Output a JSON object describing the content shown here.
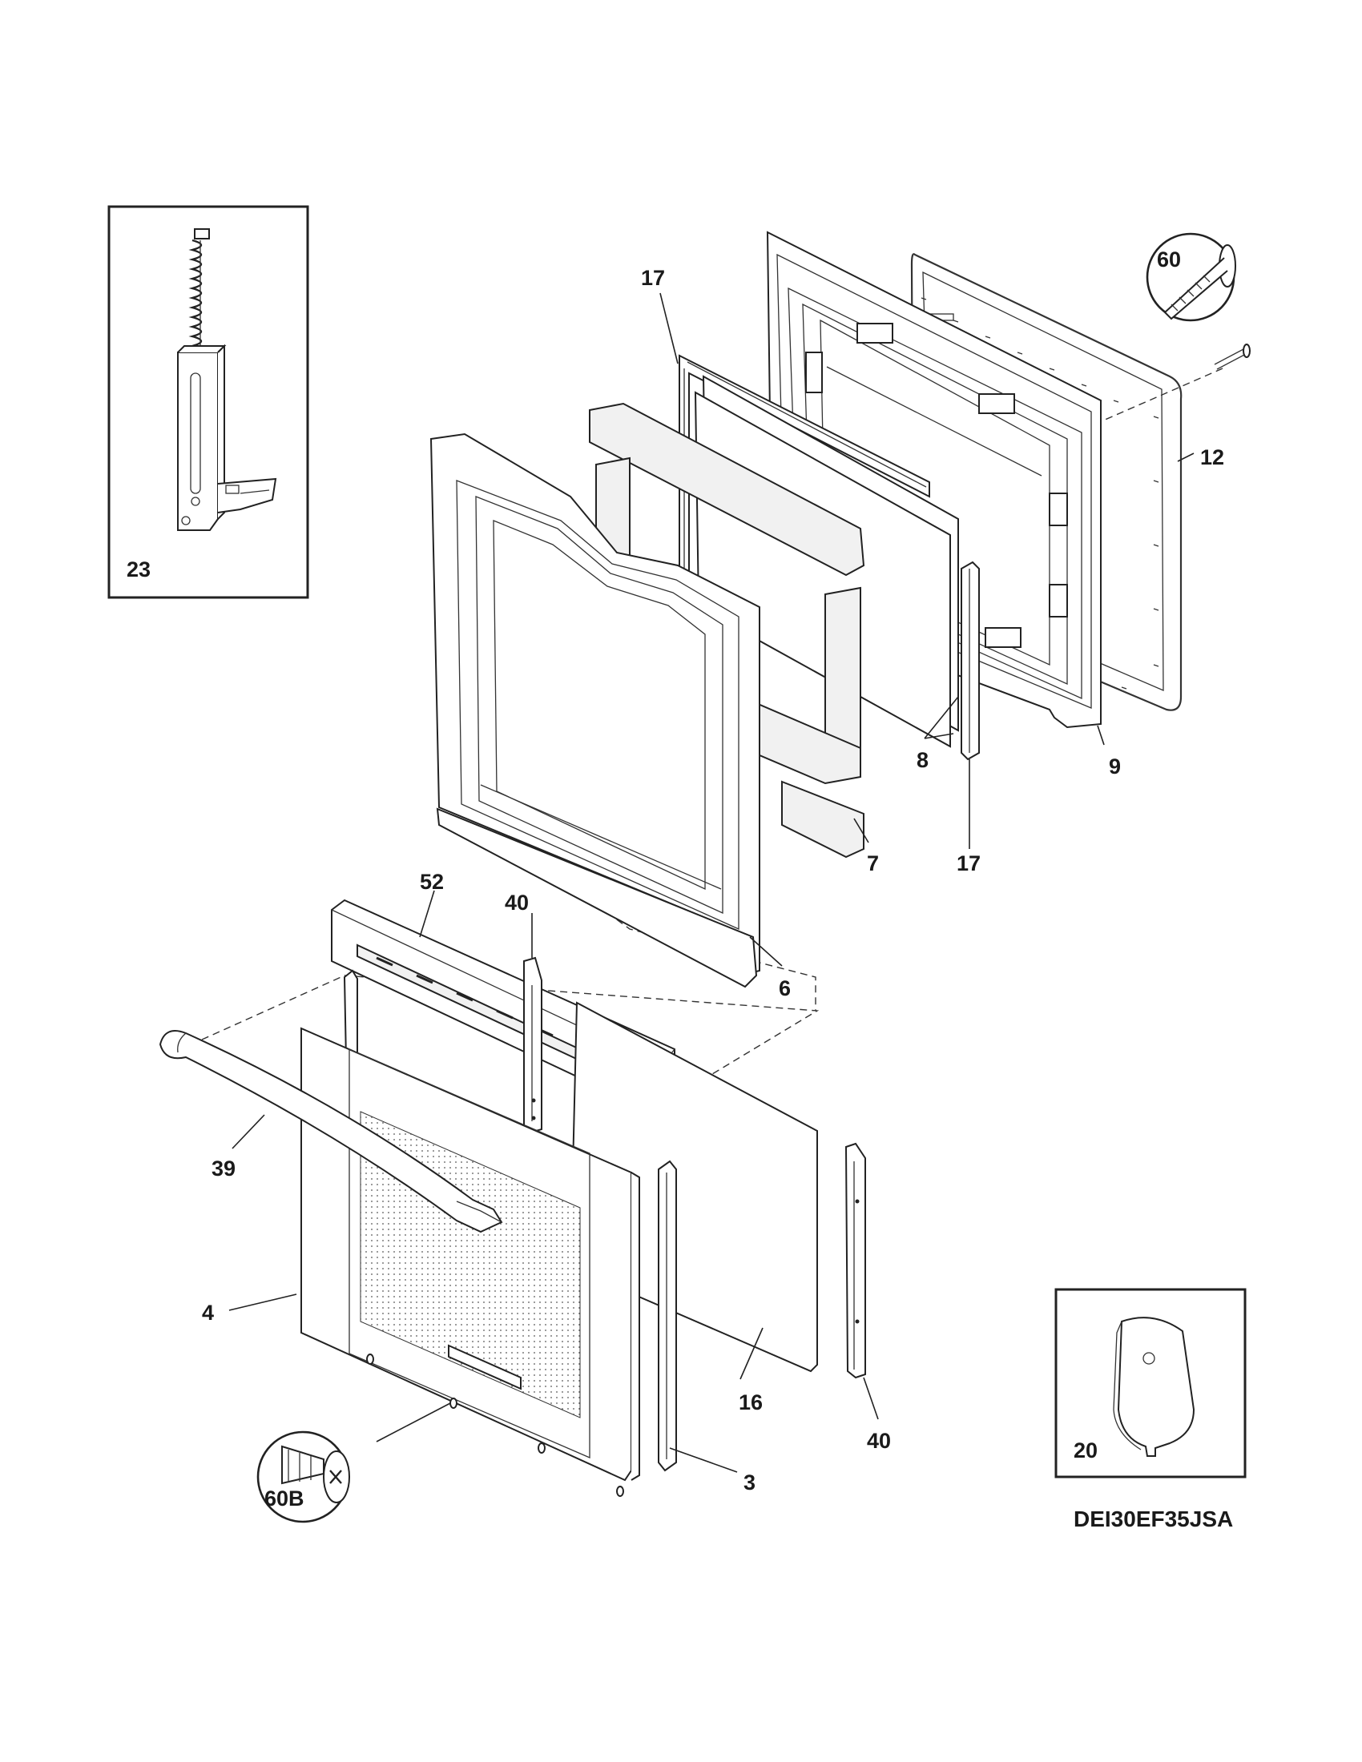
{
  "model_number": "DEI30EF35JSA",
  "callouts": {
    "c23": "23",
    "c60": "60",
    "c17a": "17",
    "c12": "12",
    "c9": "9",
    "c8": "8",
    "c7": "7",
    "c17b": "17",
    "c6": "6",
    "c52": "52",
    "c40a": "40",
    "c39": "39",
    "c4": "4",
    "c16": "16",
    "c40b": "40",
    "c3": "3",
    "c20": "20",
    "c60b": "60B"
  }
}
